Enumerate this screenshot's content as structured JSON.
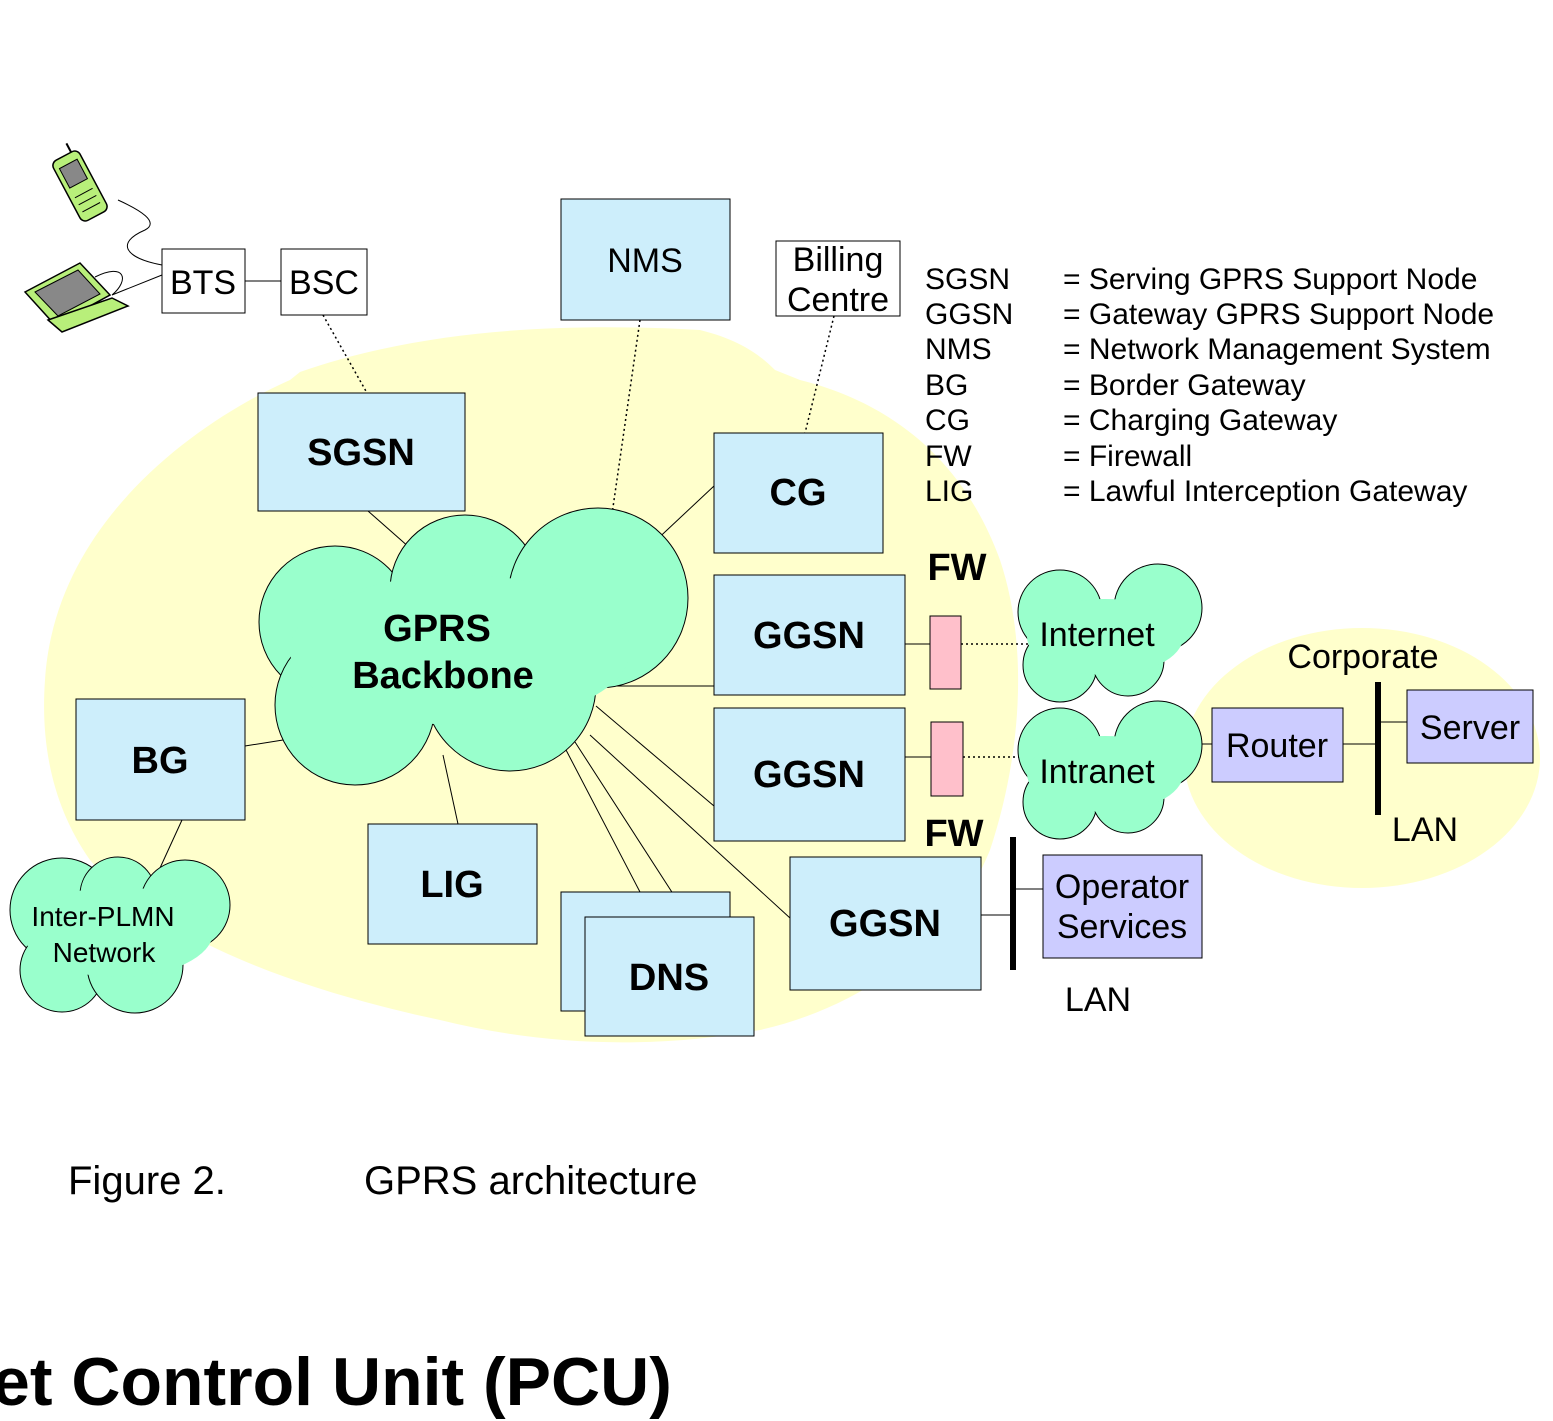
{
  "nodes": {
    "bts": "BTS",
    "bsc": "BSC",
    "nms": "NMS",
    "billing_line1": "Billing",
    "billing_line2": "Centre",
    "sgsn": "SGSN",
    "cg": "CG",
    "ggsn": "GGSN",
    "bg": "BG",
    "lig": "LIG",
    "dns": "DNS",
    "router": "Router",
    "server": "Server",
    "operator_line1": "Operator",
    "operator_line2": "Services"
  },
  "clouds": {
    "backbone_line1": "GPRS",
    "backbone_line2": "Backbone",
    "internet": "Internet",
    "intranet": "Intranet",
    "plmn_line1": "Inter-PLMN",
    "plmn_line2": "Network"
  },
  "labels": {
    "fw": "FW",
    "lan": "LAN",
    "corporate": "Corporate"
  },
  "legend": [
    {
      "abbr": "SGSN",
      "meaning": "= Serving GPRS Support Node"
    },
    {
      "abbr": "GGSN",
      "meaning": "= Gateway GPRS Support Node"
    },
    {
      "abbr": "NMS",
      "meaning": "= Network Management System"
    },
    {
      "abbr": "BG",
      "meaning": "= Border Gateway"
    },
    {
      "abbr": "CG",
      "meaning": "= Charging Gateway"
    },
    {
      "abbr": "FW",
      "meaning": "= Firewall"
    },
    {
      "abbr": "LIG",
      "meaning": "= Lawful Interception Gateway"
    }
  ],
  "caption": {
    "number": "Figure 2.",
    "title": "GPRS architecture"
  },
  "heading": "et Control Unit (PCU)",
  "colors": {
    "network_area": "#ffffcc",
    "node_fill": "#cdeefb",
    "cloud_fill": "#99ffcc",
    "corporate_fill": "#ccccff",
    "firewall_fill": "#ffc0cb"
  },
  "icons": [
    "mobile-phone-icon",
    "laptop-icon"
  ]
}
